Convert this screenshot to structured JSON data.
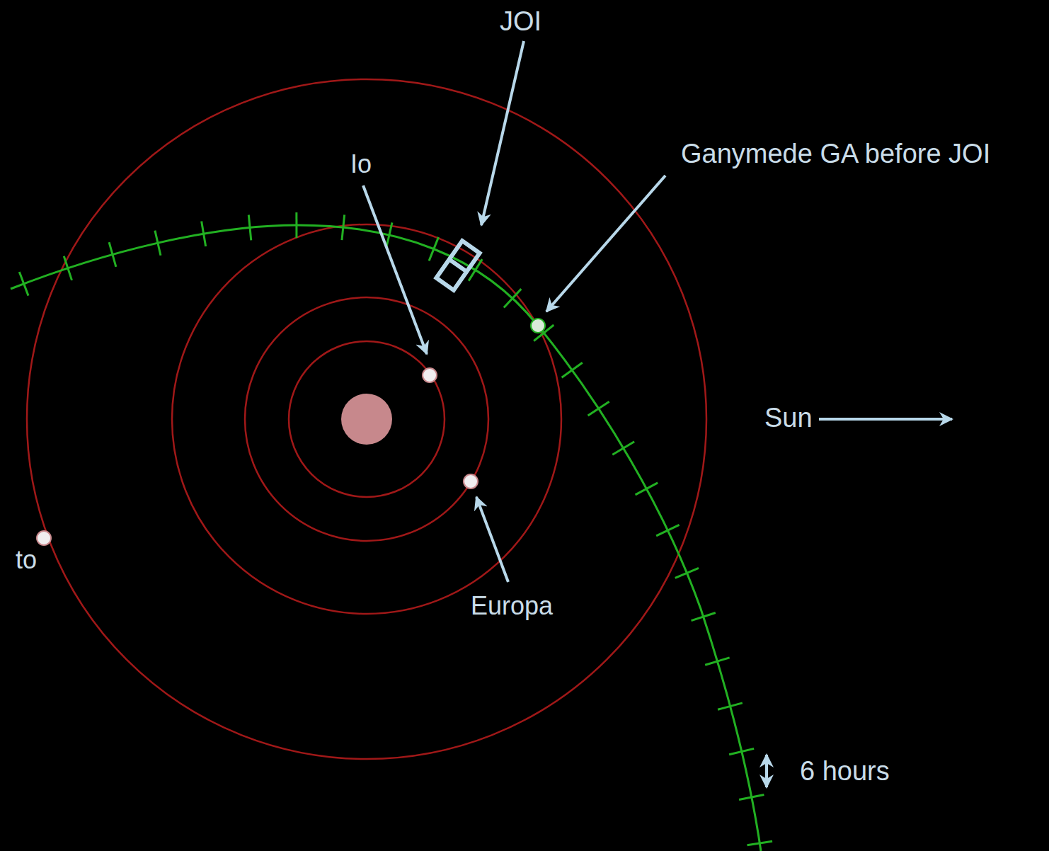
{
  "diagram": {
    "labels": [
      "JOI",
      "Io",
      "Ganymede GA before JOI",
      "Sun",
      "Europa",
      "to",
      "6 hours"
    ]
  }
}
